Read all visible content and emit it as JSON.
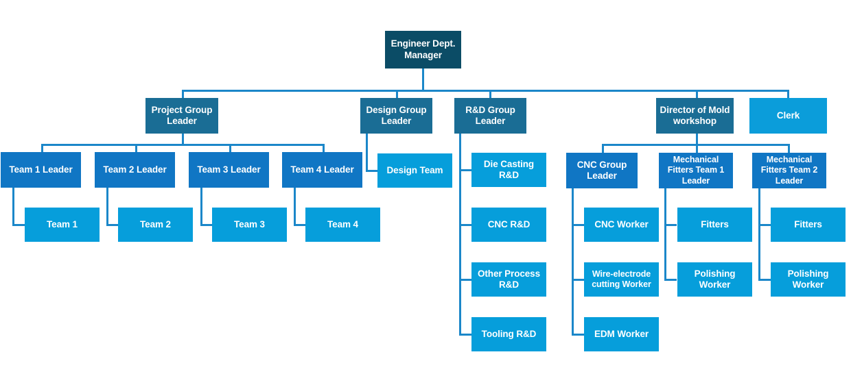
{
  "chart_data": {
    "type": "diagram",
    "title": "Engineer Department Organization Chart",
    "orientation": "top-down",
    "colors": {
      "root": "#0b4c66",
      "level1": "#1a6d95",
      "level1_alt": "#0b9dda",
      "level2": "#1076c4",
      "leaf": "#069edb",
      "connector": "#1b87c9",
      "background": "#ffffff",
      "text": "#ffffff"
    },
    "levels": 4,
    "node_count": 27
  },
  "nodes": {
    "root": {
      "label": "Engineer Dept.\nManager"
    },
    "level1": [
      {
        "label": "Project Group\nLeader"
      },
      {
        "label": "Design Group\nLeader"
      },
      {
        "label": "R&D Group\nLeader"
      },
      {
        "label": "Director of Mold\nworkshop"
      },
      {
        "label": "Clerk"
      }
    ],
    "project_teams": [
      {
        "leader": "Team 1 Leader",
        "team": "Team 1"
      },
      {
        "leader": "Team 2 Leader",
        "team": "Team 2"
      },
      {
        "leader": "Team 3 Leader",
        "team": "Team 3"
      },
      {
        "leader": "Team 4 Leader",
        "team": "Team 4"
      }
    ],
    "design": [
      {
        "label": "Design Team"
      }
    ],
    "rnd": [
      {
        "label": "Die Casting R&D"
      },
      {
        "label": "CNC R&D"
      },
      {
        "label": "Other Process\nR&D"
      },
      {
        "label": "Tooling R&D"
      }
    ],
    "mold_groups": [
      {
        "leader": "CNC Group\nLeader",
        "workers": [
          {
            "label": "CNC Worker"
          },
          {
            "label": "Wire-electrode\ncutting Worker"
          },
          {
            "label": "EDM Worker"
          }
        ]
      },
      {
        "leader": "Mechanical\nFitters  Team 1\nLeader",
        "workers": [
          {
            "label": "Fitters"
          },
          {
            "label": "Polishing\nWorker"
          }
        ]
      },
      {
        "leader": "Mechanical\nFitters Team 2\nLeader",
        "workers": [
          {
            "label": "Fitters"
          },
          {
            "label": "Polishing\nWorker"
          }
        ]
      }
    ]
  }
}
